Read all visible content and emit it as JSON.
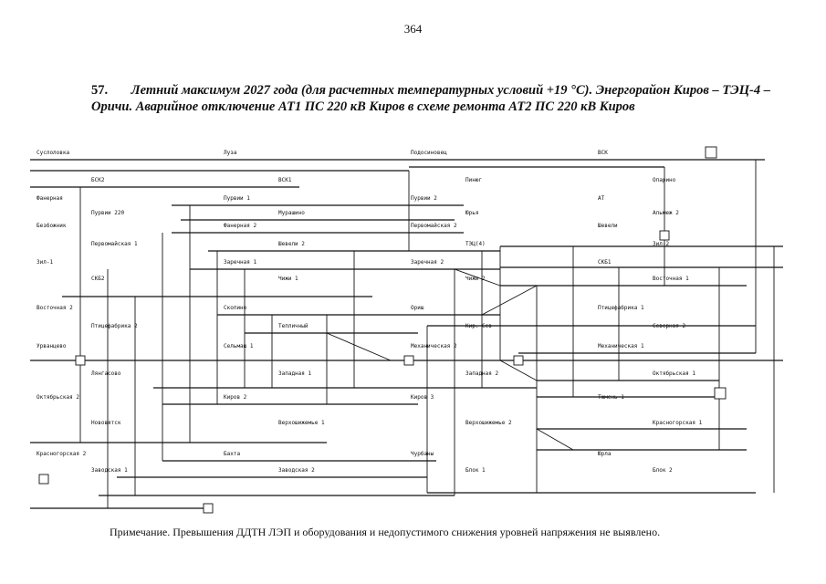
{
  "page": {
    "number": "364",
    "section_number": "57.",
    "title": "Летний максимум 2027 года (для расчетных температурных условий +19 °С). Энергорайон Киров – ТЭЦ-4 – Оричи. Аварийное отключение АТ1 ПС 220 кВ Киров в схеме ремонта АТ2 ПС 220 кВ Киров",
    "note": "Примечание. Превышения ДДТН ЛЭП и оборудования и недопустимого снижения уровней напряжения не выявлено."
  },
  "diagram": {
    "labels": [
      "Суслоловка",
      "Луза",
      "Подосиновец",
      "ВСК",
      "БСК2",
      "ВСК1",
      "Пинюг",
      "Опарино",
      "Фанерная",
      "Пурвии 1",
      "Пурвии 2",
      "АТ",
      "Пурвии 220",
      "Мурашино",
      "Юрья",
      "Альмеж 2",
      "Безбожник",
      "Фанерная 2",
      "Первомайская 2",
      "Шевели",
      "Первомайская 1",
      "Шевели 2",
      "ТЭЦ(4)",
      "Зил-2",
      "Зил-1",
      "Заречная 1",
      "Заречная 2",
      "СКБ1",
      "СКБ2",
      "Чижи 1",
      "Чижи 2",
      "Восточная 1",
      "Восточная 2",
      "Скопино",
      "Ориш",
      "Птицефабрика 1",
      "Птицефабрика 2",
      "Тепличный",
      "Кир. Сев",
      "Северная 2",
      "Урванцево",
      "Сельмаш 1",
      "Механическая 2",
      "Механическая 1",
      "Лянгасово",
      "Западная 1",
      "Западная 2",
      "Октябрьская 1",
      "Октябрьская 2",
      "Киров 2",
      "Киров 3",
      "Тюмень 1",
      "Нововятск",
      "Верхошижемье 1",
      "Верхошижемье 2",
      "Красногорская 1",
      "Красногорская 2",
      "Бахта",
      "Чурбаны",
      "Юрла",
      "Заводская 1",
      "Заводская 2",
      "Блок 1",
      "Блок 2"
    ]
  }
}
